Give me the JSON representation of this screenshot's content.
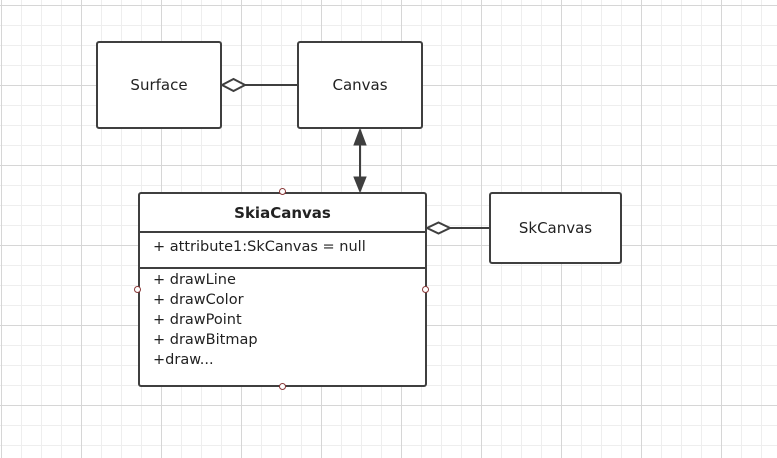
{
  "diagram": {
    "nodes": {
      "surface": {
        "label": "Surface"
      },
      "canvas": {
        "label": "Canvas"
      },
      "skcanvas": {
        "label": "SkCanvas"
      },
      "skiacanvas": {
        "name": "SkiaCanvas",
        "attributes": [
          "+ attribute1:SkCanvas = null"
        ],
        "methods": [
          "+ drawLine",
          "+ drawColor",
          "+ drawPoint",
          "+ drawBitmap",
          "+draw..."
        ]
      }
    },
    "edges": [
      {
        "from": "canvas",
        "to": "surface",
        "type": "aggregation"
      },
      {
        "from": "canvas",
        "to": "skiacanvas",
        "type": "bidirectional-association"
      },
      {
        "from": "skcanvas",
        "to": "skiacanvas",
        "type": "aggregation"
      }
    ],
    "colors": {
      "stroke": "#3f3f3f",
      "grid_major": "#d6d6d6",
      "grid_minor": "#eeeeee",
      "handle": "#8a3a3a"
    }
  }
}
